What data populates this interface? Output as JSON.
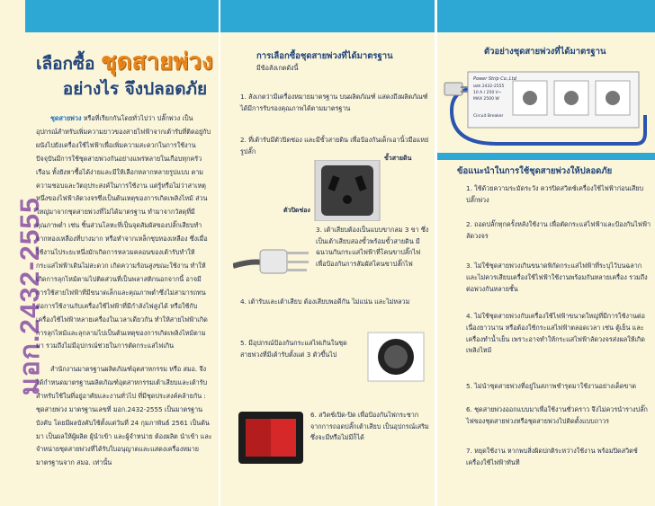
{
  "panel1": {
    "vertical_code": "มอก.2432-2555",
    "title_prefix": "เลือกซื้อ",
    "title_highlight": "ชุดสายพ่วง",
    "title_line2": "อย่างไร จึงปลอดภัย",
    "para1_lead": "ชุดสายพ่วง",
    "para1": "หรือที่เรียกกันโดยทั่วไปว่า ปลั๊กพ่วง เป็นอุปกรณ์สำหรับเพิ่มความยาวของสายไฟฟ้าจากเต้ารับที่ติดอยู่กับผนังไปยังเครื่องใช้ไฟฟ้าเพื่อเพิ่มความสะดวกในการใช้งาน ปัจจุบันมีการใช้ชุดสายพ่วงกันอย่างแพร่หลายในเกือบทุกครัวเรือน ทั้งยังหาซื้อได้ง่ายและมีให้เลือกหลากหลายรูปแบบ ตามความชอบและวัตถุประสงค์ในการใช้งาน แต่รู้หรือไม่ว่าสาเหตุหนึ่งของไฟฟ้าลัดวงจรซึ่งเป็นต้นเหตุของการเกิดเพลิงไหม้ ส่วนใหญ่มาจากชุดสายพ่วงที่ไม่ได้มาตรฐาน ทำมาจากวัสดุที่มีคุณภาพต่ำ เช่น ชิ้นส่วนโลหะที่เป็นจุดสัมผัสของปลั๊กเสียบทำจากทองเหลืองที่บางมาก หรือทำจากเหล็กชุบทองเหลือง ซึ่งเมื่อใช้งานไประยะหนึ่งมักเกิดการหลวมคลอนของเต้ารับทำให้กระแสไฟฟ้าเดินไม่สะดวก เกิดความร้อนสูงขณะใช้งาน ทำให้เกิดการลุกไหม้ตามไปติดส่วนที่เป็นพลาสติกนอกจากนี้ อาจมีการใช้สายไฟฟ้าที่มีขนาดเล็กและคุณภาพต่ำซึ่งไม่สามารถทนต่อการใช้งานกับเครื่องใช้ไฟฟ้าที่มีกำลังไฟสูงได้ หรือใช้กับเครื่องใช้ไฟฟ้าหลายเครื่องในเวลาเดียวกัน ทำให้สายไฟฟ้าเกิดการลุกไหม้และลุกลามไปเป็นต้นเหตุของการเกิดเพลิงไหม้ตามมา รวมถึงไม่มีอุปกรณ์ช่วยในการตัดกระแสไฟเกิน",
    "para2": "สำนักงานมาตรฐานผลิตภัณฑ์อุตสาหกรรม หรือ สมอ. จึงได้กำหนดมาตรฐานผลิตภัณฑ์อุตสาหกรรมเต้าเสียบและเต้ารับสำหรับใช้ในที่อยู่อาศัยและงานทั่วไป ที่มีชุดประสงค์คล้ายกัน : ชุดสายพ่วง มาตรฐานเลขที่ มอก.2432-2555 เป็นมาตรฐานบังคับ โดยมีผลบังคับใช้ตั้งแต่วันที่ 24 กุมภาพันธ์ 2561 เป็นต้นมา เป็นผลให้ผู้ผลิต ผู้นำเข้า และผู้จำหน่าย ต้องผลิต นำเข้า และจำหน่ายชุดสายพ่วงที่ได้รับใบอนุญาตและแสดงเครื่องหมายมาตรฐานจาก สมอ. เท่านั้น"
  },
  "panel2": {
    "heading": "การเลือกซื้อชุดสายพ่วงที่ได้มาตรฐาน",
    "subheading": "มีข้อสังเกตดังนี้",
    "items": [
      "1. สังเกตว่ามีเครื่องหมายมาตรฐาน บนผลิตภัณฑ์ แสดงถึงผลิตภัณฑ์ได้มีการรับรองคุณภาพได้ตามมาตรฐาน",
      "2. ที่เต้ารับมีตัวปิดช่อง และมีขั้วสายดิน เพื่อป้องกันเด็กเอานิ้วมือแหย่รูปลั๊ก",
      "3. เต้าเสียบต้องเป็นแบบขากลม 3 ขา ซึ่งเป็นเต้าเสียบสองขั้วพร้อมขั้วสายดิน มีฉนวนกันกระแสไฟฟ้าที่โคนขาปลั๊กไฟ เพื่อป้องกันการสัมผัสโคนขาปลั๊กไฟ",
      "4. เต้ารับและเต้าเสียบ ต้องเสียบพอดีกัน ไม่แน่น และไม่หลวม",
      "5. มีอุปกรณ์ป้องกันกระแสไฟเกินในชุดสายพ่วงที่มีเต้ารับตั้งแต่ 3 ตัวขึ้นไป",
      "6. สวิตช์เปิด-ปิด เพื่อป้องกันไฟกระชากจากการถอดปลั๊กเต้าเสียบ เป็นอุปกรณ์เสริม ซึ่งจะมีหรือไม่มีก็ได้"
    ],
    "label_ground": "ขั้วสายดิน",
    "label_cover": "ตัวปิดช่อง"
  },
  "panel3": {
    "heading": "ตัวอย่างชุดสายพ่วงที่ได้มาตรฐาน",
    "strip_brand": "Power Strip Co.,Ltd",
    "strip_specs": [
      "มอก.2432-2555",
      "10 A / 250 V~",
      "MAX 2500 W"
    ],
    "strip_cb": "Circuit Breaker",
    "advice_heading": "ข้อแนะนำในการใช้ชุดสายพ่วงให้ปลอดภัย",
    "advice": [
      "1. ใช้ด้วยความระมัดระวัง ควรปิดสวิตช์เครื่องใช้ไฟฟ้าก่อนเสียบปลั๊กพ่วง",
      "2. ถอดปลั๊กทุกครั้งหลังใช้งาน เพื่อตัดกระแสไฟฟ้าและป้องกันไฟฟ้าลัดวงจร",
      "3. ไม่ใช้ชุดสายพ่วงเกินขนาดพิกัดกระแสไฟฟ้าที่ระบุไว้บนฉลาก และไม่ควรเสียบเครื่องใช้ไฟฟ้าใช้งานพร้อมกันหลายเครื่อง รวมถึงต่อพ่วงกันหลายชั้น",
      "4. ไม่ใช้ชุดสายพ่วงกับเครื่องใช้ไฟฟ้าขนาดใหญ่ที่มีการใช้งานต่อเนื่องยาวนาน หรือต้องใช้กระแสไฟฟ้าตลอดเวลา เช่น ตู้เย็น และเครื่องทำน้ำเย็น เพราะอาจทำให้กระแสไฟฟ้าลัดวงจรส่งผลให้เกิดเพลิงไหม้",
      "5. ไม่นำชุดสายพ่วงที่อยู่ในสภาพชำรุดมาใช้งานอย่างเด็ดขาด",
      "6. ชุดสายพ่วงออกแบบมาเพื่อใช้งานชั่วคราว จึงไม่ควรนำรางปลั๊กไฟของชุดสายพ่วงหรือชุดสายพ่วงไปติดตั้งแบบถาวร",
      "7. หยุดใช้งาน หากพบสิ่งผิดปกติระหว่างใช้งาน พร้อมปิดสวิตช์เครื่องใช้ไฟฟ้าทันที"
    ]
  },
  "colors": {
    "bar": "#2da7d4",
    "panel_bg": "#fbf6d9",
    "navy": "#23457a",
    "orange": "#e8861c",
    "purple": "#9a67ad"
  }
}
